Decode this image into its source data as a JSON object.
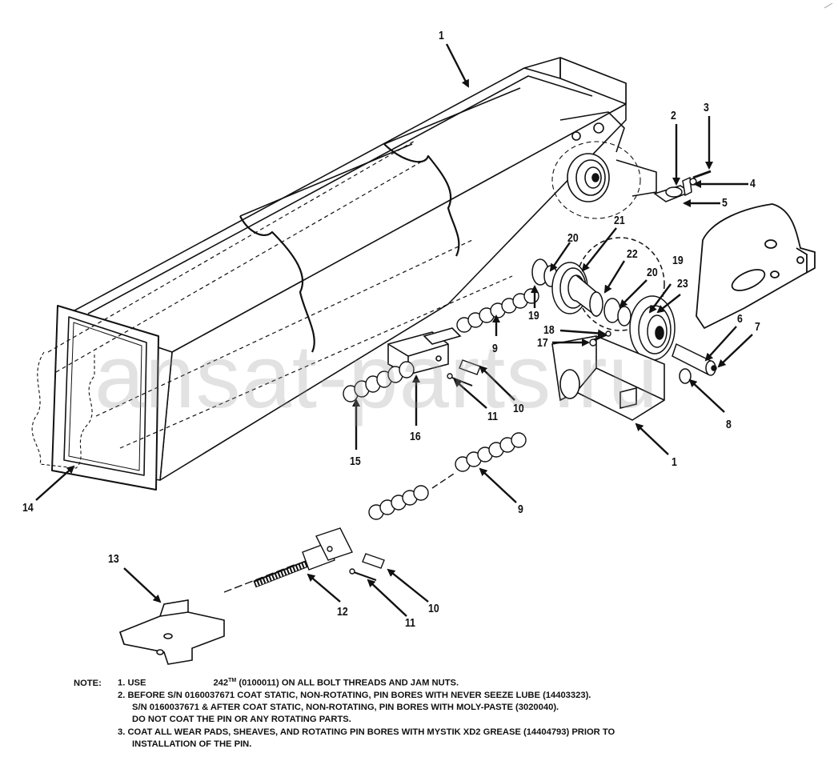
{
  "diagram": {
    "watermark": "ansat-parts.ru",
    "callouts": [
      {
        "id": "c1a",
        "label": "1"
      },
      {
        "id": "c2",
        "label": "2"
      },
      {
        "id": "c3",
        "label": "3"
      },
      {
        "id": "c4",
        "label": "4"
      },
      {
        "id": "c5",
        "label": "5"
      },
      {
        "id": "c21",
        "label": "21"
      },
      {
        "id": "c20a",
        "label": "20"
      },
      {
        "id": "c22",
        "label": "22"
      },
      {
        "id": "c19a",
        "label": "19"
      },
      {
        "id": "c20b",
        "label": "20"
      },
      {
        "id": "c19b",
        "label": "19"
      },
      {
        "id": "c23",
        "label": "23"
      },
      {
        "id": "c18",
        "label": "18"
      },
      {
        "id": "c17",
        "label": "17"
      },
      {
        "id": "c9a",
        "label": "9"
      },
      {
        "id": "c6",
        "label": "6"
      },
      {
        "id": "c7",
        "label": "7"
      },
      {
        "id": "c8",
        "label": "8"
      },
      {
        "id": "c10a",
        "label": "10"
      },
      {
        "id": "c11a",
        "label": "11"
      },
      {
        "id": "c16",
        "label": "16"
      },
      {
        "id": "c15",
        "label": "15"
      },
      {
        "id": "c1b",
        "label": "1"
      },
      {
        "id": "c14",
        "label": "14"
      },
      {
        "id": "c9b",
        "label": "9"
      },
      {
        "id": "c13",
        "label": "13"
      },
      {
        "id": "c12",
        "label": "12"
      },
      {
        "id": "c10b",
        "label": "10"
      },
      {
        "id": "c11b",
        "label": "11"
      }
    ]
  },
  "notes": {
    "label": "NOTE:",
    "line1_prefix": "1. USE",
    "line1_trademark": "242",
    "line1_tm": "TM",
    "line1_suffix": "(0100011) ON ALL BOLT THREADS AND JAM NUTS.",
    "line2": "2. BEFORE S/N 0160037671 COAT STATIC, NON-ROTATING, PIN BORES WITH NEVER SEEZE LUBE (14403323).",
    "line3": "S/N 0160037671 & AFTER COAT STATIC, NON-ROTATING, PIN BORES WITH MOLY-PASTE (3020040).",
    "line4": "DO NOT COAT THE PIN OR ANY ROTATING PARTS.",
    "line5": "3. COAT ALL WEAR PADS, SHEAVES, AND ROTATING PIN BORES WITH MYSTIK XD2 GREASE (14404793) PRIOR TO",
    "line6": "INSTALLATION OF THE PIN."
  }
}
